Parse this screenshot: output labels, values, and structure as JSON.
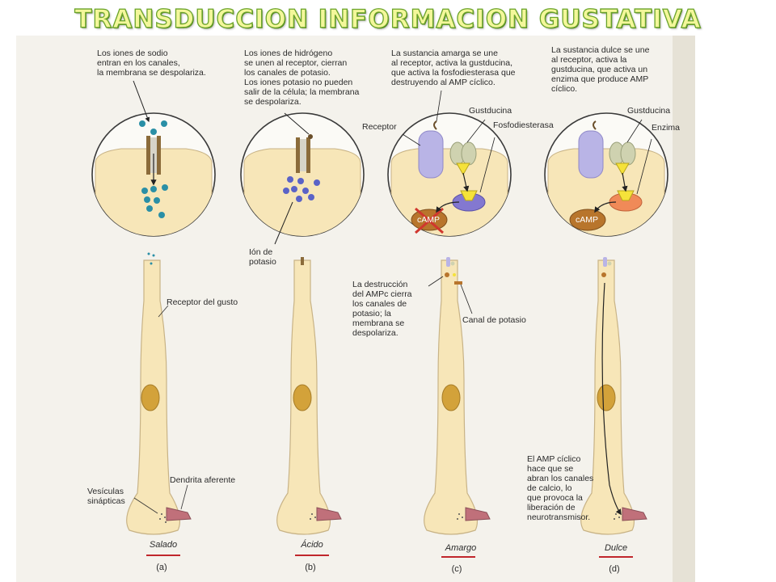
{
  "title": "TRANSDUCCION INFORMACION GUSTATIVA",
  "colors": {
    "title_fill": "#f3f79a",
    "title_stroke": "#6aa32a",
    "cell": "#f7e6b8",
    "cell_outline": "#c8b386",
    "nucleus": "#d3a23a",
    "receptor": "#b9b4e6",
    "gustducin": "#cfd2b0",
    "enzyme_yellow": "#f5e23a",
    "camp": "#b8752c",
    "enzyme_orange": "#f08a58",
    "afferent": "#c0707a",
    "underline": "#c0262c"
  },
  "panels": [
    {
      "id": "a",
      "letter": "(a)",
      "caption": "Salado",
      "top_text": "Los iones de sodio\nentran en los canales,\nla membrana se despolariza.",
      "labels": {
        "receptor": "Receptor del gusto",
        "dendrite": "Dendrita aferente",
        "vesicles": "Vesículas\nsinápticas"
      }
    },
    {
      "id": "b",
      "letter": "(b)",
      "caption": "Ácido",
      "top_text": "Los iones de hidrógeno\nse unen al receptor, cierran\nlos canales de potasio.\nLos iones potasio no pueden\nsalir de la célula; la membrana\nse despolariza.",
      "labels": {
        "ion": "Ión de\npotasio"
      }
    },
    {
      "id": "c",
      "letter": "(c)",
      "caption": "Amargo",
      "top_text": "La sustancia amarga se une\nal receptor, activa la gustducina,\nque activa la fosfodiesterasa que\ndestruyendo al AMP cíclico.",
      "labels": {
        "receptor": "Receptor",
        "gustducin": "Gustducina",
        "pde": "Fosfodiesterasa",
        "camp": "cAMP",
        "destruction": "La destrucción\ndel AMPc cierra\nlos canales de\npotasio; la\nmembrana se\ndespolariza.",
        "k_channel": "Canal de potasio"
      }
    },
    {
      "id": "d",
      "letter": "(d)",
      "caption": "Dulce",
      "top_text": "La sustancia dulce se une\nal receptor, activa la\ngustducina, que activa un\nenzima que produce AMP\ncíclico.",
      "labels": {
        "gustducin": "Gustducina",
        "enzyme": "Enzima",
        "camp": "cAMP",
        "calcium": "El AMP cíclico\nhace que se\nabran los canales\nde calcio, lo\nque provoca la\nliberación de\nneurotransmisor."
      }
    }
  ]
}
